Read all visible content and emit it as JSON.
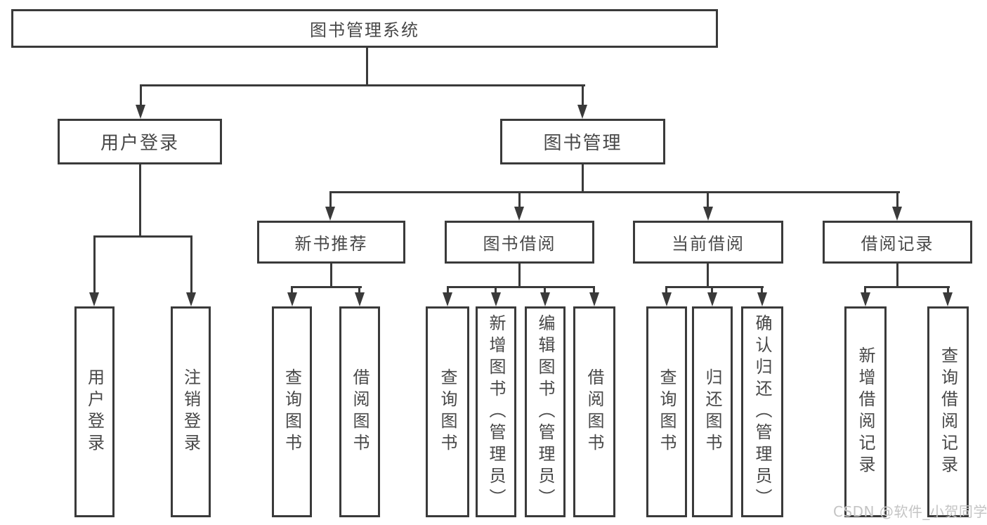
{
  "diagram": {
    "root": {
      "label": "图书管理系统"
    },
    "level2": [
      {
        "label": "用户登录"
      },
      {
        "label": "图书管理"
      }
    ],
    "level3": [
      {
        "label": "新书推荐"
      },
      {
        "label": "图书借阅"
      },
      {
        "label": "当前借阅"
      },
      {
        "label": "借阅记录"
      }
    ],
    "level4": [
      {
        "label": "用户登录"
      },
      {
        "label": "注销登录"
      },
      {
        "label": "查询图书"
      },
      {
        "label": "借阅图书"
      },
      {
        "label": "查询图书"
      },
      {
        "label": "新增图书（管理员）"
      },
      {
        "label": "编辑图书（管理员）"
      },
      {
        "label": "借阅图书"
      },
      {
        "label": "查询图书"
      },
      {
        "label": "归还图书"
      },
      {
        "label": "确认归还（管理员）"
      },
      {
        "label": "新增借阅记录"
      },
      {
        "label": "查询借阅记录"
      }
    ]
  },
  "watermark": {
    "text": "CSDN @软件_小贺同学"
  },
  "colors": {
    "line": "#3a3a3a",
    "text": "#484848",
    "watermark": "#c4c4c4",
    "background": "#ffffff"
  }
}
